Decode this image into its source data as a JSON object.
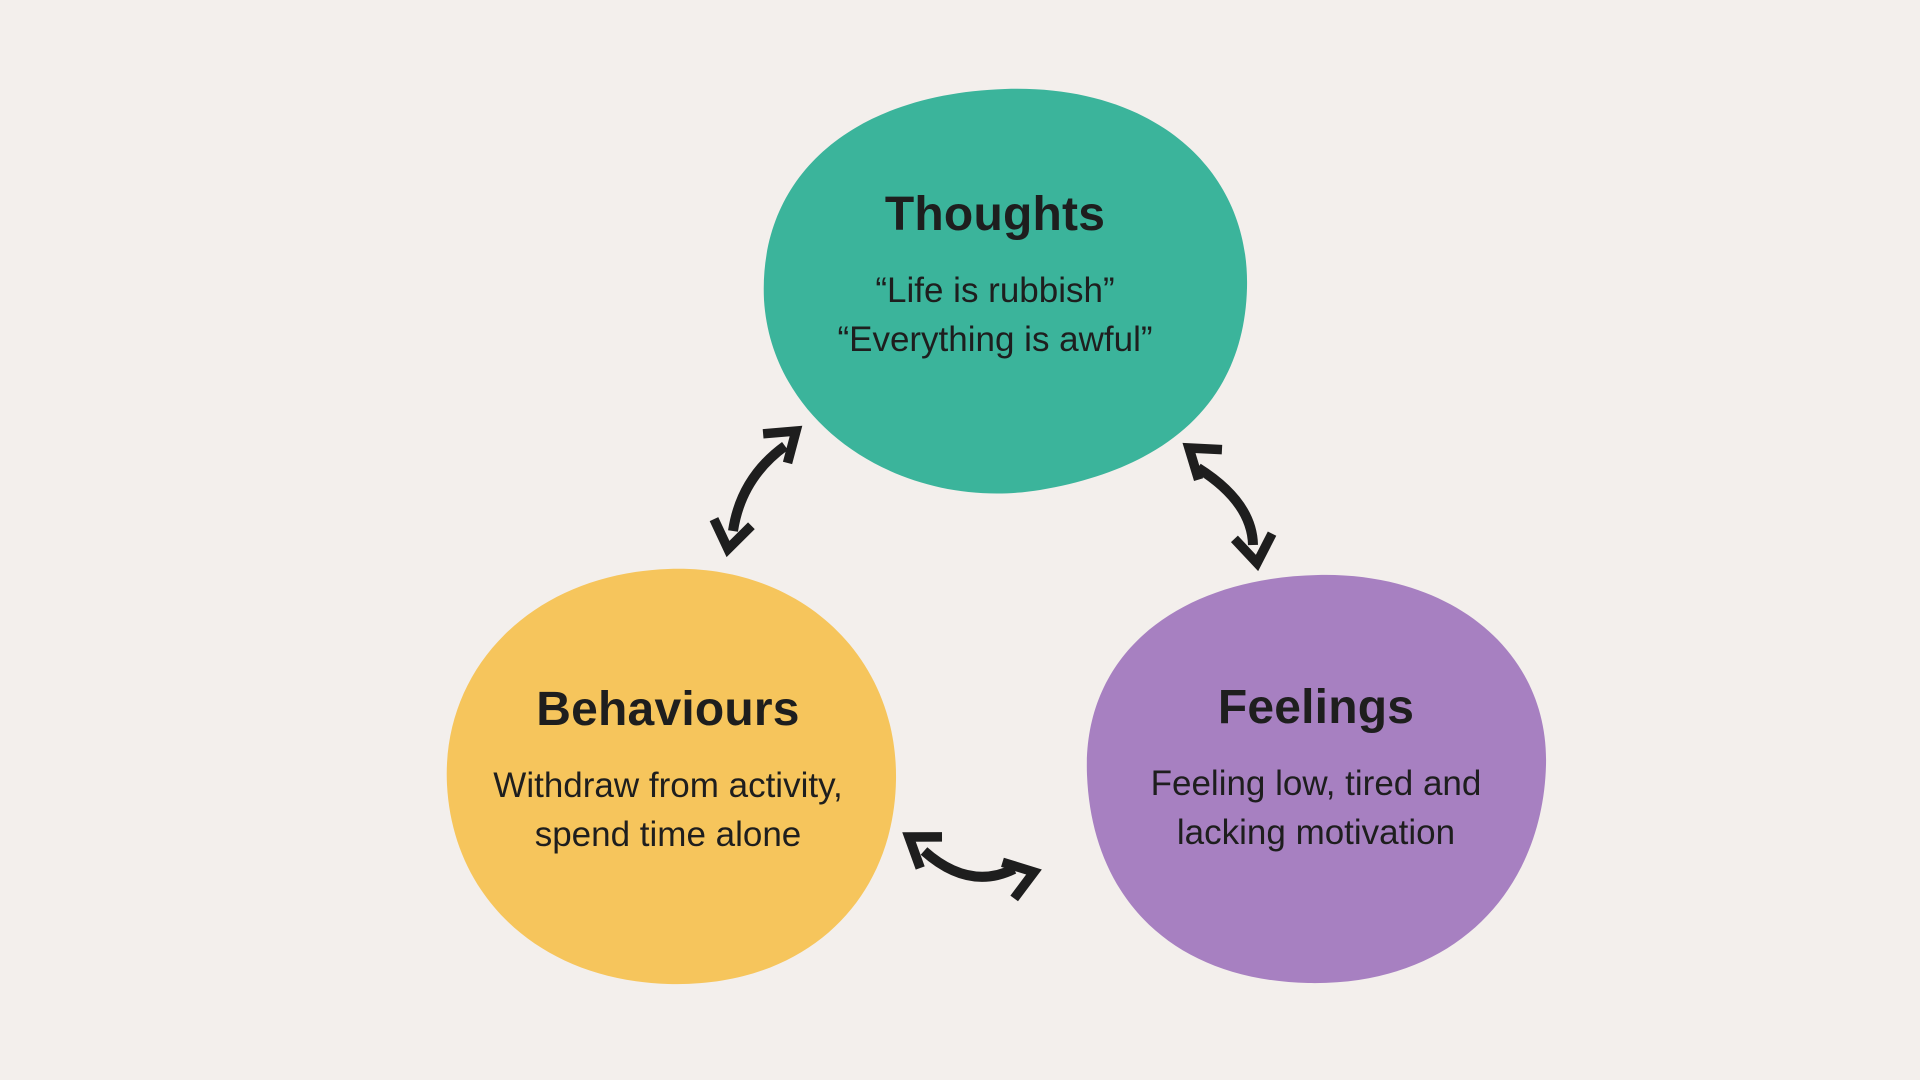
{
  "diagram": {
    "name": "Thoughts, Feelings and Behaviours cycle",
    "colors": {
      "background": "#F3EFEC",
      "thoughts_fill": "#3BB49B",
      "behaviours_fill": "#F6C55C",
      "feelings_fill": "#A780C1",
      "ink": "#1E1E1E"
    },
    "nodes": {
      "thoughts": {
        "label": "Thoughts",
        "lines": [
          "“Life is rubbish”",
          "“Everything is awful”"
        ]
      },
      "behaviours": {
        "label": "Behaviours",
        "lines": [
          "Withdraw from activity,",
          "spend time alone"
        ]
      },
      "feelings": {
        "label": "Feelings",
        "lines": [
          "Feeling low, tired and",
          "lacking motivation"
        ]
      }
    },
    "connections": [
      {
        "from": "Thoughts",
        "to": "Behaviours",
        "type": "curved double-headed arrow"
      },
      {
        "from": "Thoughts",
        "to": "Feelings",
        "type": "curved double-headed arrow"
      },
      {
        "from": "Behaviours",
        "to": "Feelings",
        "type": "curved double-headed arrow"
      }
    ]
  }
}
